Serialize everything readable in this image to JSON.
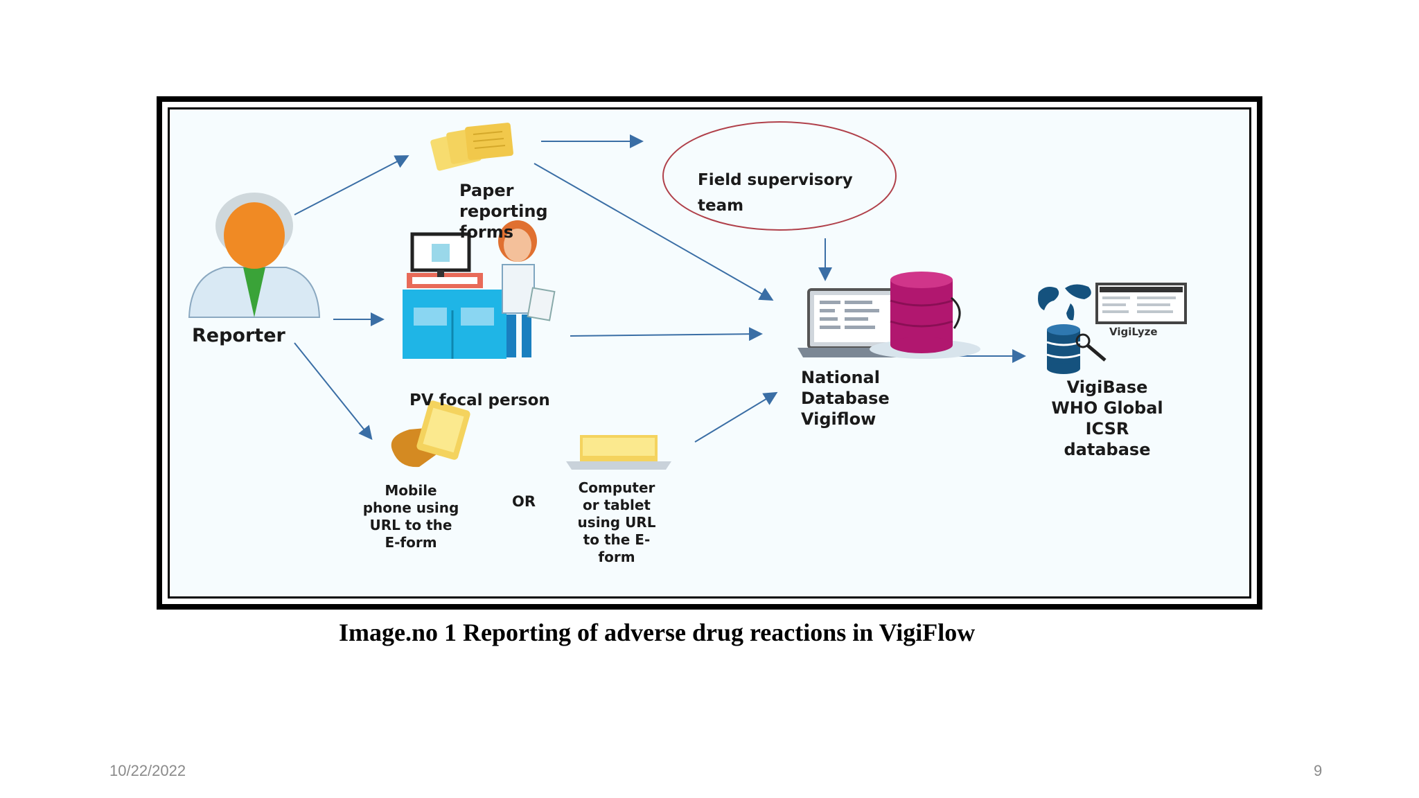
{
  "diagram": {
    "nodes": {
      "reporter": "Reporter",
      "paper_forms": "Paper\nreporting\nforms",
      "field_team": "Field supervisory\nteam",
      "pv_focal": "PV focal person",
      "national_db": "National\nDatabase\nVigiflow",
      "vigibase": "VigiBase\nWHO Global\nICSR\ndatabase",
      "vigilyze": "VigiLyze",
      "mobile": "Mobile\nphone using\nURL to the\nE-form",
      "or": "OR",
      "computer": "Computer\nor tablet\nusing URL\nto the E-\nform"
    },
    "colors": {
      "arrow": "#3a6ea5",
      "ellipse": "#b0404a",
      "db_purple": "#b1176f",
      "doc_yellow": "#f4d35e",
      "desk_cyan": "#1fb5e6",
      "skin_orange": "#f08a24"
    }
  },
  "caption": "Image.no  1 Reporting of adverse drug reactions in VigiFlow",
  "footer": {
    "date": "10/22/2022",
    "page": "9"
  }
}
